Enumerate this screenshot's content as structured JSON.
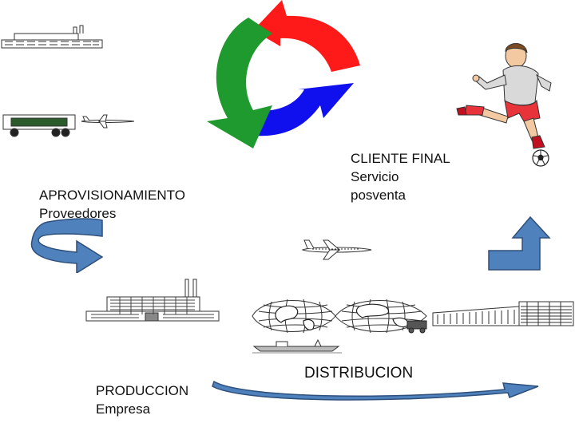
{
  "labels": {
    "aprovisionamiento": {
      "title": "APROVISIONAMIENTO",
      "subtitle": "Proveedores"
    },
    "cliente": {
      "title": "CLIENTE FINAL",
      "line2": "Servicio",
      "line3": "posventa"
    },
    "produccion": {
      "title": "PRODUCCION",
      "subtitle": "Empresa"
    },
    "distribucion": {
      "title": "DISTRIBUCION"
    }
  },
  "colors": {
    "cycle_red": "#ff1a1a",
    "cycle_green": "#1e9a2e",
    "cycle_blue": "#1010ee",
    "flow_arrow": "#4f81bd",
    "flow_arrow_dark": "#2e4f7a",
    "line_art": "#333333"
  },
  "icons": [
    "factory-icon",
    "truck-icon",
    "airplane-icon",
    "cycle-arrows-icon",
    "soccer-player-icon",
    "soccer-ball-icon",
    "curved-arrow-icon",
    "up-arrow-icon",
    "globe-icon",
    "warehouse-icon",
    "ship-icon"
  ]
}
